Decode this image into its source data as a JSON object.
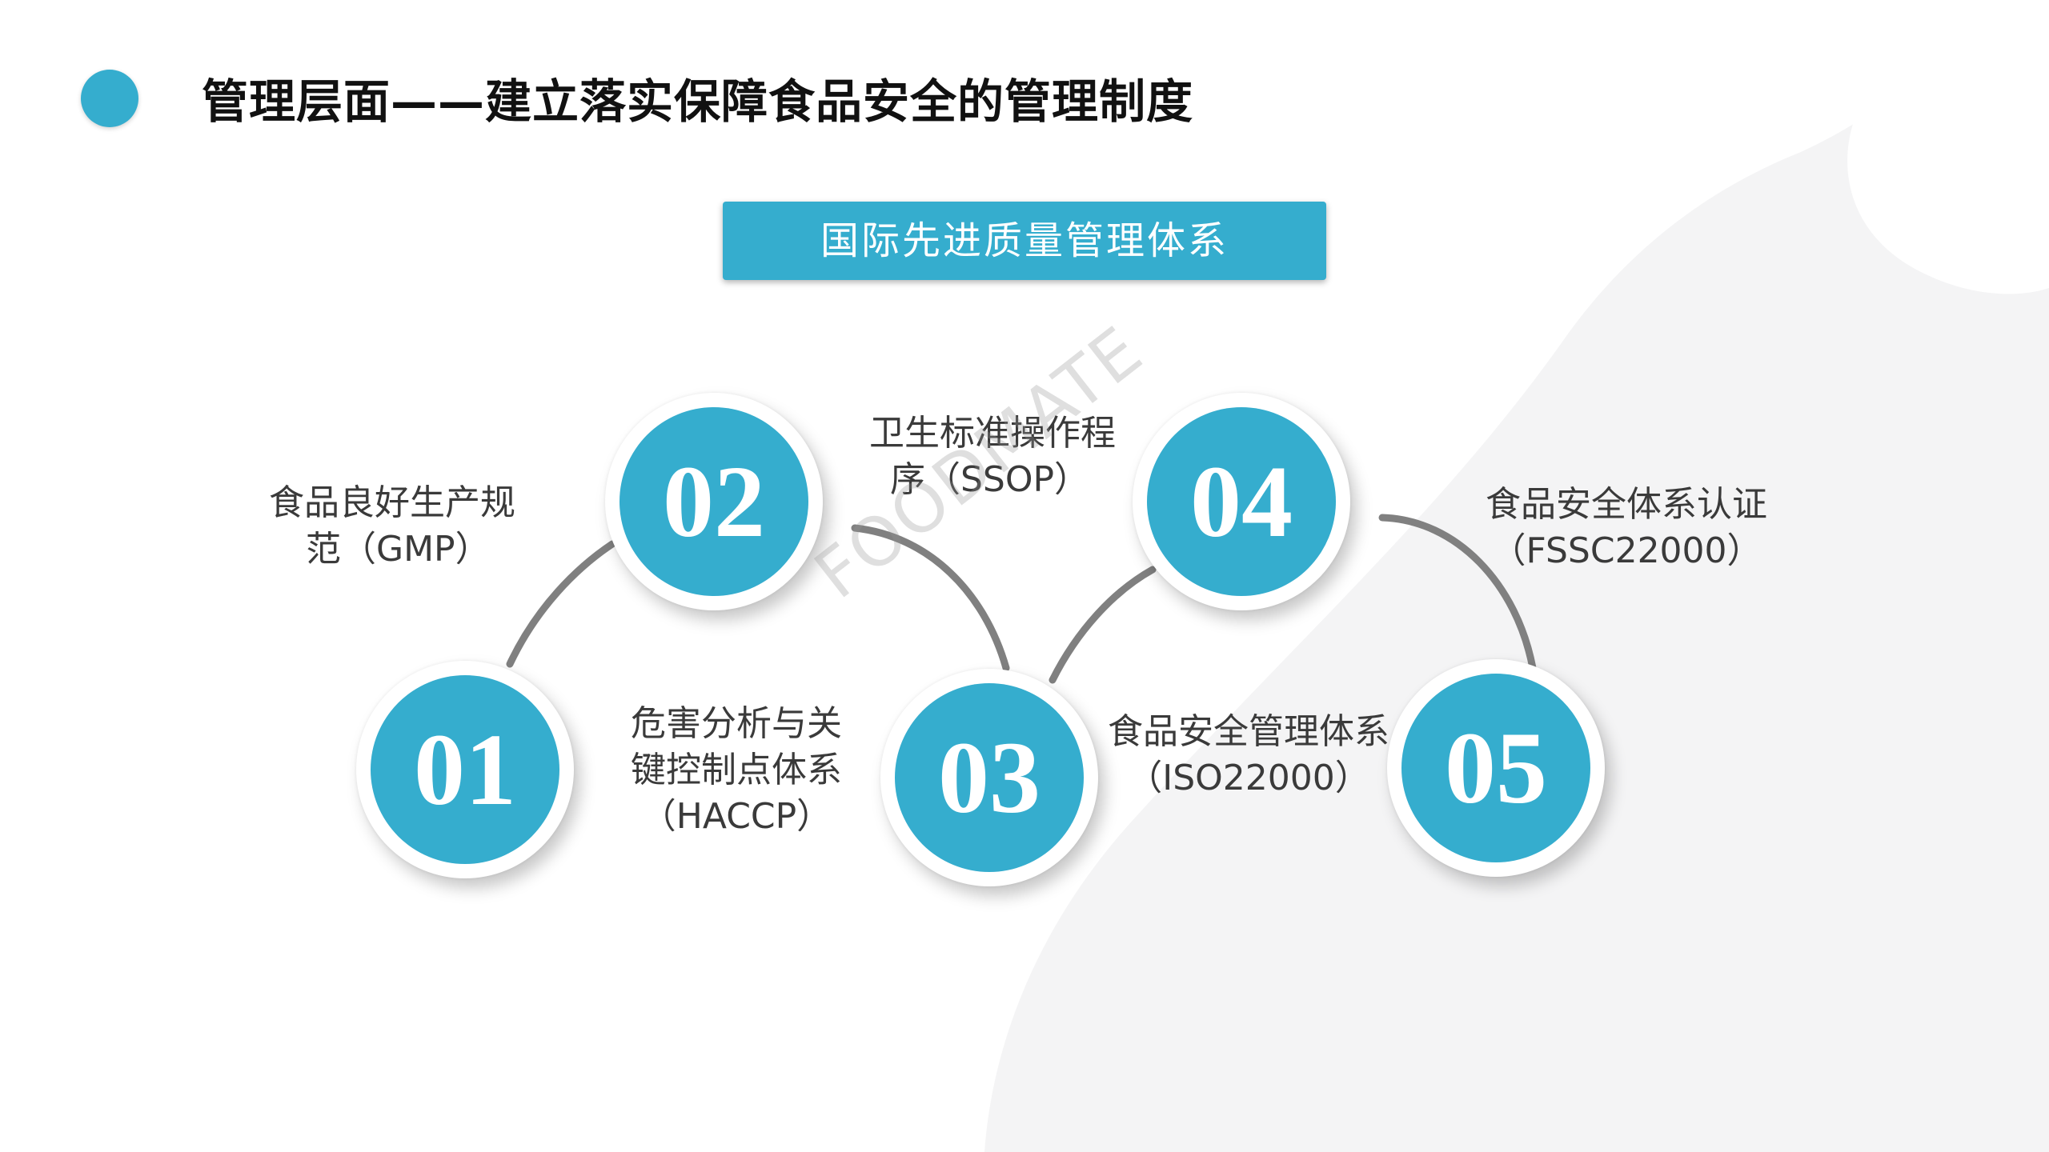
{
  "header": {
    "title": "管理层面——建立落实保障食品安全的管理制度"
  },
  "banner": {
    "text": "国际先进质量管理体系"
  },
  "steps": [
    {
      "number": "01",
      "label_lines": [
        "食品良好生产规",
        "范（GMP）"
      ]
    },
    {
      "number": "02",
      "label_lines": [
        "危害分析与关",
        "键控制点体系",
        "（HACCP）"
      ]
    },
    {
      "number": "03",
      "label_lines": [
        "卫生标准操作程",
        "序（SSOP）"
      ]
    },
    {
      "number": "04",
      "label_lines": [
        "食品安全管理体系",
        "（ISO22000）"
      ]
    },
    {
      "number": "05",
      "label_lines": [
        "食品安全体系认证",
        "（FSSC22000）"
      ]
    }
  ],
  "watermark": "FOODMATE",
  "colors": {
    "accent": "#35adce",
    "connector": "#808080",
    "text": "#3a3a3a",
    "title": "#111111"
  }
}
